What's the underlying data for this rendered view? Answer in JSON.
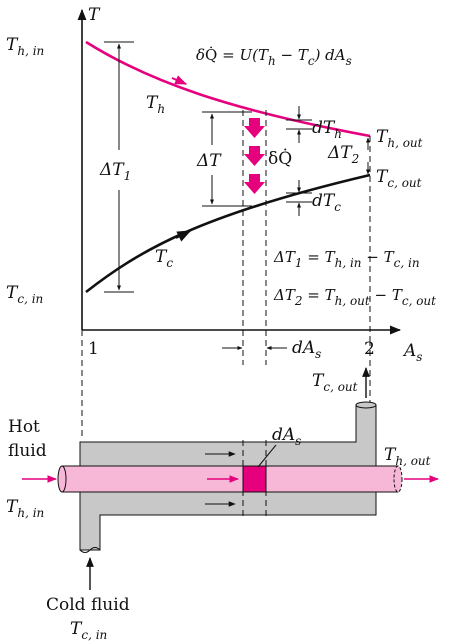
{
  "axes": {
    "y_label": "T",
    "x_label": "A",
    "x_label_sub": "s",
    "tick_start": "1",
    "tick_end": "2"
  },
  "labels": {
    "th_in_main": "T",
    "th_in_sub": "h, in",
    "tc_in_main": "T",
    "tc_in_sub": "c, in",
    "th_main": "T",
    "th_sub": "h",
    "tc_main": "T",
    "tc_sub": "c",
    "th_out_main": "T",
    "th_out_sub": "h, out",
    "tc_out_main": "T",
    "tc_out_sub": "c, out",
    "dt1_main": "ΔT",
    "dt1_sub": "1",
    "dt2_main": "ΔT",
    "dt2_sub": "2",
    "dt": "ΔT",
    "dth_main": "dT",
    "dth_sub": "h",
    "dtc_main": "dT",
    "dtc_sub": "c",
    "dq": "δQ̇",
    "das_main": "dA",
    "das_sub": "s"
  },
  "equations": {
    "heat_rate": "δQ̇ = U(T − T ) dA",
    "eq1_left": "ΔT = T − T",
    "eq2_left": "ΔT = T − T"
  },
  "exchanger": {
    "hot_fluid_line1": "Hot",
    "hot_fluid_line2": "fluid",
    "cold_fluid": "Cold fluid",
    "th_in_main": "T",
    "th_in_sub": "h, in",
    "th_out_main": "T",
    "th_out_sub": "h, out",
    "tc_in_main": "T",
    "tc_in_sub": "c, in",
    "tc_out_main": "T",
    "tc_out_sub": "c, out",
    "das_main": "dA",
    "das_sub": "s"
  },
  "colors": {
    "hot": "#e6007e",
    "hot_tube": "#f7b8d8",
    "shell": "#c8c8c8",
    "ink": "#111111"
  }
}
